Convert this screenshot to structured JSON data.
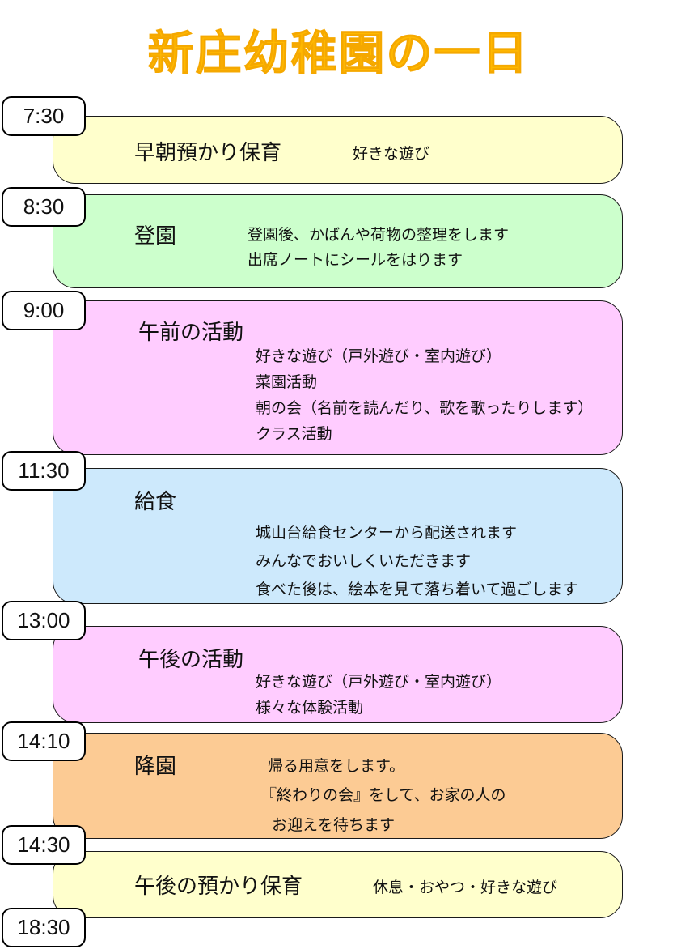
{
  "title": "新庄幼稚園の一日",
  "colors": {
    "title_orange": "#FFB900",
    "pale_yellow": "#FFFFCC",
    "pale_green": "#CCFFCC",
    "pale_pink": "#FFCCFF",
    "pale_blue": "#CDE9FC",
    "pale_orange": "#FCCB94"
  },
  "schedule": [
    {
      "time": "7:30",
      "heading": "早朝預かり保育",
      "note": "好きな遊び"
    },
    {
      "time": "8:30",
      "heading": "登園",
      "details": [
        "登園後、かばんや荷物の整理をします",
        "出席ノートにシールをはります"
      ]
    },
    {
      "time": "9:00",
      "heading": "午前の活動",
      "details": [
        "好きな遊び（戸外遊び・室内遊び）",
        "菜園活動",
        "朝の会（名前を読んだり、歌を歌ったりします）",
        "クラス活動"
      ]
    },
    {
      "time": "11:30",
      "heading": "給食",
      "details": [
        "城山台給食センターから配送されます",
        "みんなでおいしくいただきます",
        "食べた後は、絵本を見て落ち着いて過ごします"
      ]
    },
    {
      "time": "13:00",
      "heading": "午後の活動",
      "details": [
        "好きな遊び（戸外遊び・室内遊び）",
        "様々な体験活動"
      ]
    },
    {
      "time": "14:10",
      "heading": "降園",
      "note": "帰る用意をします。",
      "details": [
        "『終わりの会』をして、お家の人の",
        "お迎えを待ちます"
      ]
    },
    {
      "time": "14:30",
      "heading": "午後の預かり保育",
      "note": "休息・おやつ・好きな遊び"
    },
    {
      "time": "18:30"
    }
  ]
}
